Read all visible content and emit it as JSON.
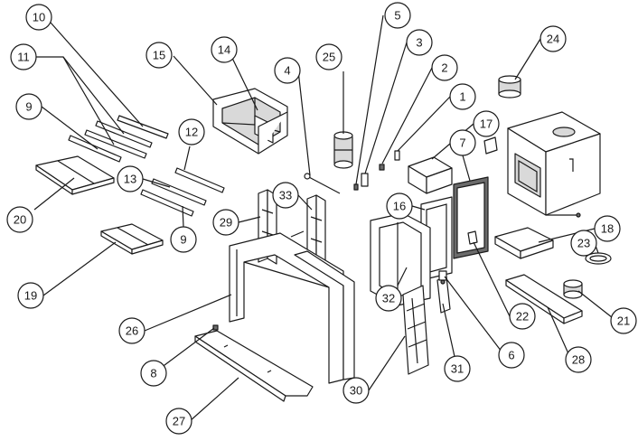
{
  "diagram": {
    "type": "exploded-parts-diagram",
    "callouts": [
      "10",
      "11",
      "9",
      "20",
      "15",
      "14",
      "4",
      "25",
      "5",
      "3",
      "2",
      "1",
      "17",
      "24",
      "12",
      "13",
      "9",
      "33",
      "29",
      "19",
      "26",
      "8",
      "27",
      "16",
      "7",
      "32",
      "30",
      "31",
      "6",
      "22",
      "18",
      "23",
      "21",
      "28"
    ]
  }
}
